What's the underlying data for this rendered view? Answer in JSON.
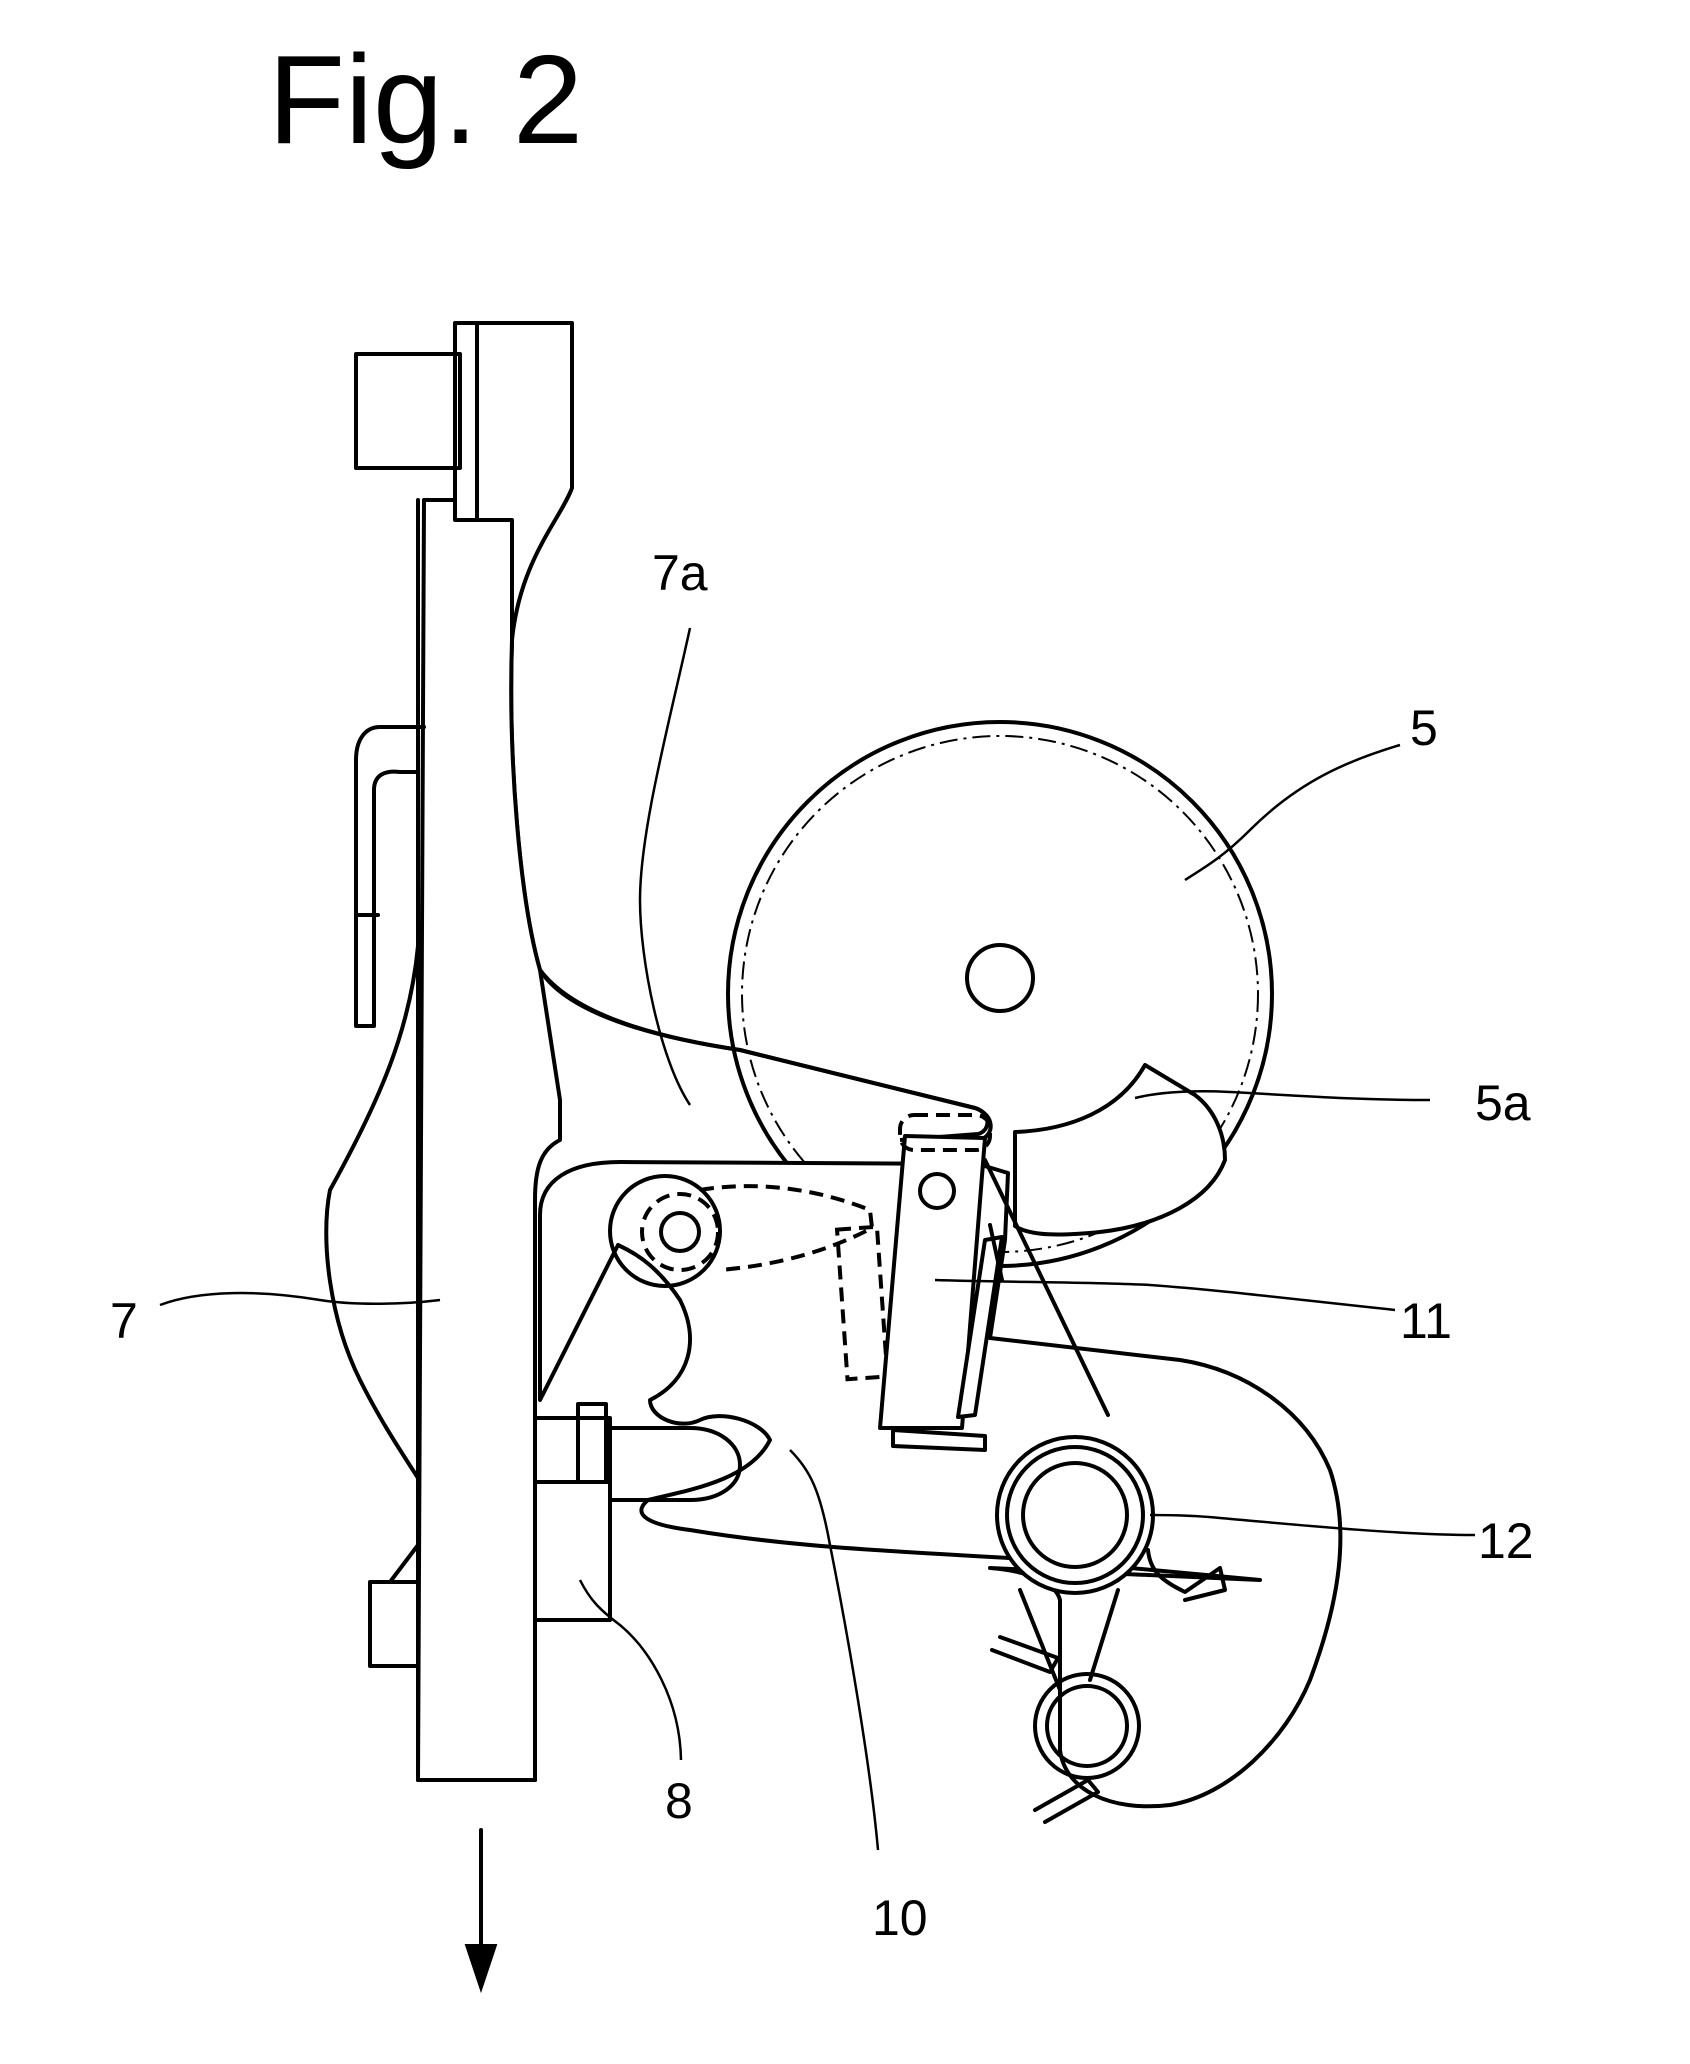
{
  "figure": {
    "title": "Fig. 2"
  },
  "reference_labels": {
    "r7a": "7a",
    "r5": "5",
    "r5a": "5a",
    "r11": "11",
    "r7": "7",
    "r12": "12",
    "r8": "8",
    "r10": "10"
  },
  "icons": {
    "direction_arrow": "down-arrow-icon"
  },
  "colors": {
    "line": "#000000",
    "background": "#ffffff"
  }
}
